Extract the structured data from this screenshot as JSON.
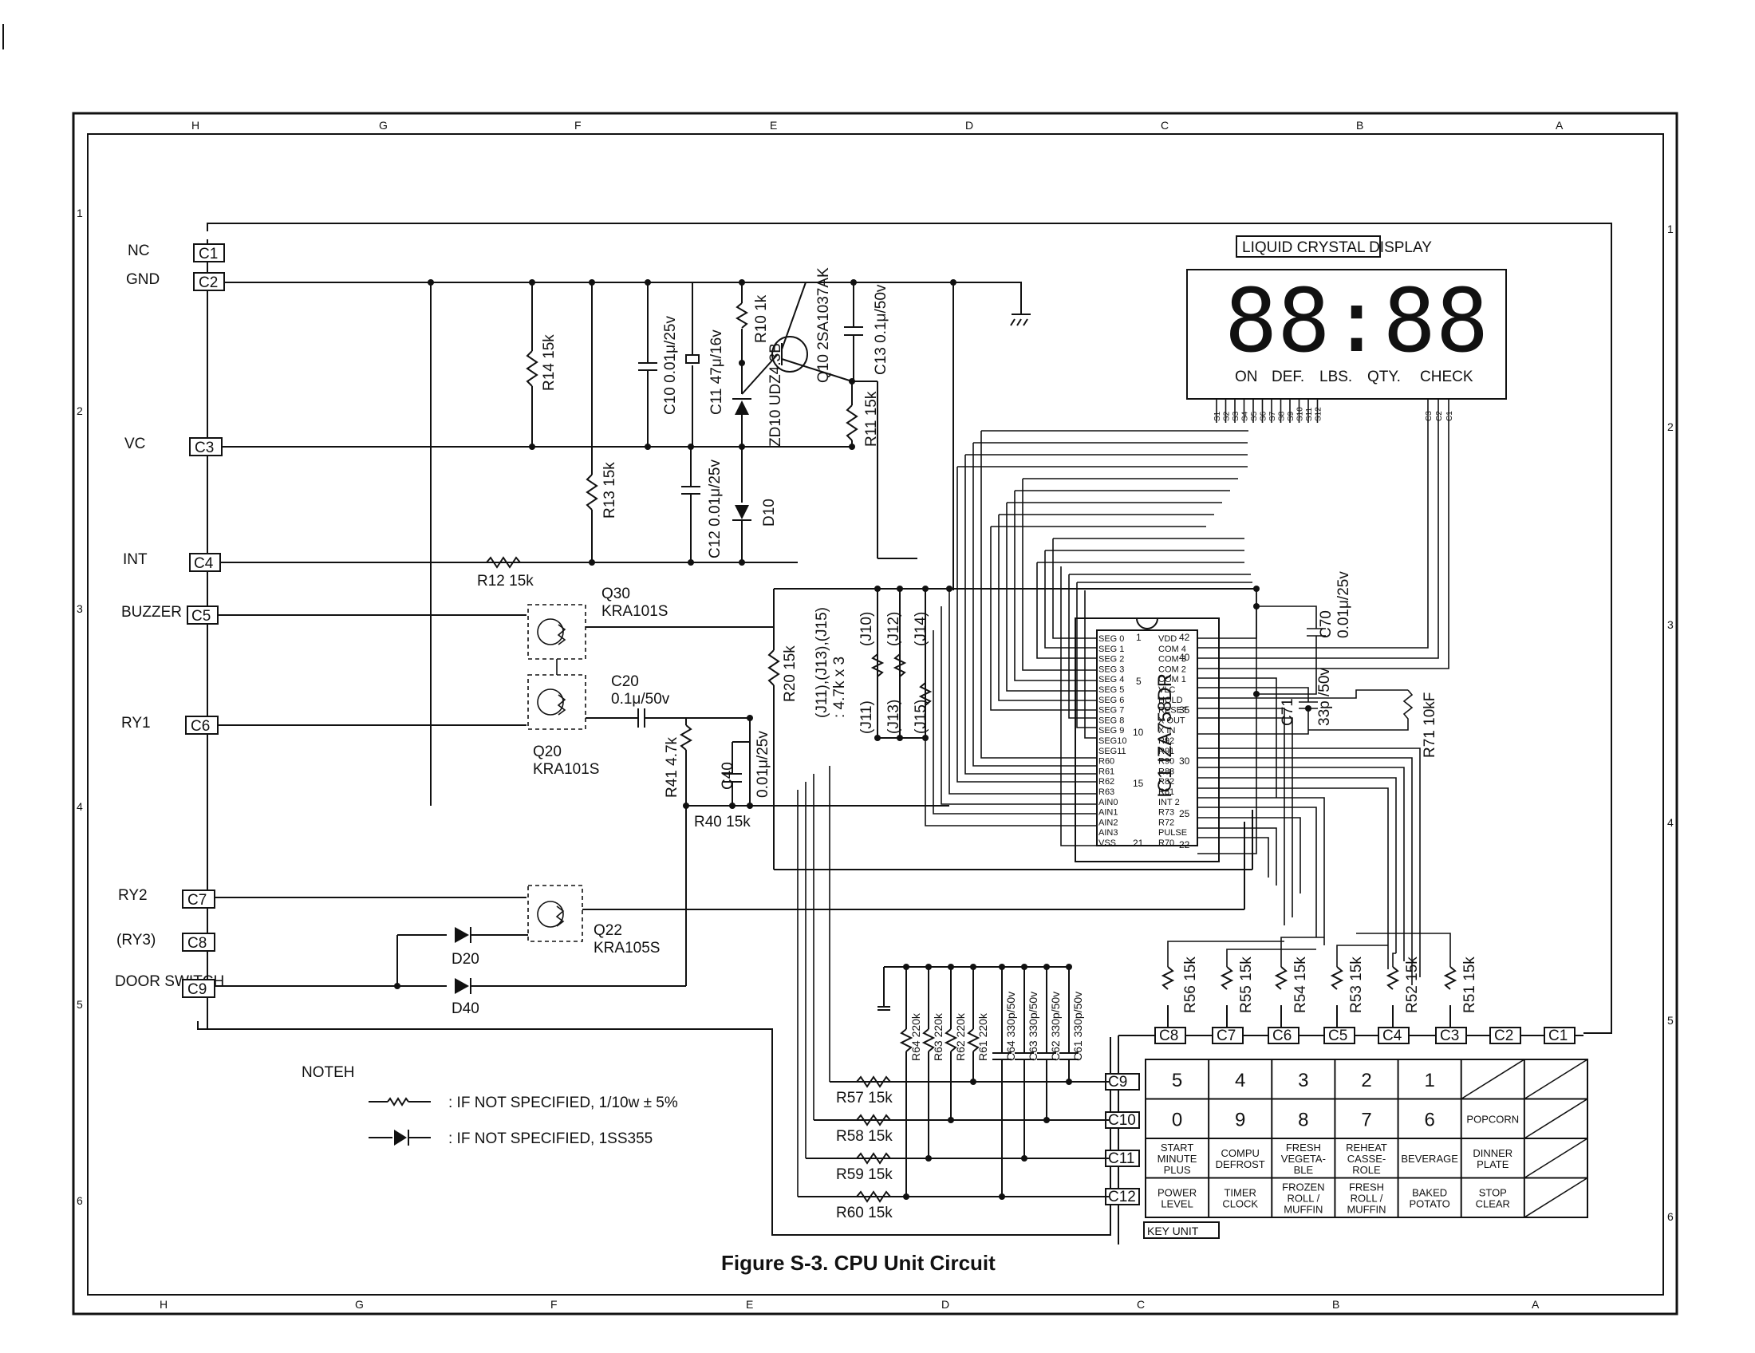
{
  "title": "Figure S-3. CPU Unit Circuit",
  "grid": {
    "columns": [
      "H",
      "G",
      "F",
      "E",
      "D",
      "C",
      "B",
      "A"
    ],
    "rows": [
      "1",
      "2",
      "3",
      "4",
      "5",
      "6"
    ]
  },
  "connectors_left": [
    {
      "id": "C1",
      "net": "NC"
    },
    {
      "id": "C2",
      "net": "GND"
    },
    {
      "id": "C3",
      "net": "VC"
    },
    {
      "id": "C4",
      "net": "INT"
    },
    {
      "id": "C5",
      "net": "BUZZER"
    },
    {
      "id": "C6",
      "net": "RY1"
    },
    {
      "id": "C7",
      "net": "RY2"
    },
    {
      "id": "C8",
      "net": "(RY3)"
    },
    {
      "id": "C9",
      "net": "DOOR SWITCH"
    }
  ],
  "components": {
    "r14": "R14 15k",
    "r13": "R13 15k",
    "r12": "R12 15k",
    "r10": "R10 1k",
    "r11": "R11 15k",
    "c10": "C10 0.01μ/25v",
    "c11": "C11 47μ/16v",
    "c12": "C12 0.01μ/25v",
    "c13": "C13 0.1μ/50v",
    "zd10": "ZD10 UDZ4.3B",
    "d10": "D10",
    "q10": "Q10 2SA1037AK",
    "q30": "Q30",
    "q30_part": "KRA101S",
    "q20": "Q20",
    "q20_part": "KRA101S",
    "c20": "C20",
    "c20_val": "0.1μ/50v",
    "r20": "R20 15k",
    "r41": "R41 4.7k",
    "c40": "C40",
    "c40_val": "0.01μ/25v",
    "r40": "R40 15k",
    "q22": "Q22",
    "q22_part": "KRA105S",
    "d20": "D20",
    "d40": "D40",
    "jumpers_top": [
      "(J10)",
      "(J12)",
      "(J14)"
    ],
    "jumpers_bot": [
      "(J11)",
      "(J13)",
      "(J15)"
    ],
    "jumper_note": "(J11),(J13),(J15)",
    "jumper_val": ": 4.7k x 3",
    "c70": "C70",
    "c70_val": "0.01μ/25v",
    "c71": "C71",
    "c71_val": "33p /50v",
    "r71": "R71 10kF",
    "ic1": "IC1 IZA758DR",
    "r51": "R51 15k",
    "r52": "R52 15k",
    "r53": "R53 15k",
    "r54": "R54 15k",
    "r55": "R55 15k",
    "r56": "R56 15k",
    "r57": "R57 15k",
    "r58": "R58 15k",
    "r59": "R59 15k",
    "r60": "R60 15k",
    "r61": "R61 220k",
    "r62": "R62 220k",
    "r63": "R63 220k",
    "r64": "R64 220k",
    "c61": "C61 330p/50v",
    "c62": "C62 330p/50v",
    "c63": "C63 330p/50v",
    "c64": "C64 330p/50v"
  },
  "ic_pins_left": [
    "SEG 0",
    "SEG 1",
    "SEG 2",
    "SEG 3",
    "SEG 4",
    "SEG 5",
    "SEG 6",
    "SEG 7",
    "SEG 8",
    "SEG 9",
    "SEG10",
    "SEG11",
    "R60",
    "R61",
    "R62",
    "R63",
    "AIN0",
    "AIN1",
    "AIN2",
    "AIN3",
    "VSS"
  ],
  "ic_pins_right": [
    "VDD",
    "COM 4",
    "COM 3",
    "COM 2",
    "COM 1",
    "VLC",
    "HOLD",
    "RESET",
    "X OUT",
    "X IN",
    "R92",
    "R91",
    "R90",
    "R83",
    "R82",
    "R81",
    "INT 2",
    "R73",
    "R72",
    "PULSE",
    "R70"
  ],
  "ic_pin_numbers": {
    "p1": "1",
    "p5": "5",
    "p10": "10",
    "p15": "15",
    "p21": "21",
    "p42": "42",
    "p40": "40",
    "p35": "35",
    "p30": "30",
    "p25": "25",
    "p22": "22"
  },
  "lcd": {
    "title": "LIQUID CRYSTAL DISPLAY",
    "digits": "88:88",
    "indicators": [
      "ON",
      "DEF.",
      "LBS.",
      "QTY.",
      "CHECK"
    ],
    "seg_pins": [
      "S1",
      "S2",
      "S3",
      "S4",
      "S5",
      "S6",
      "S7",
      "S8",
      "S9",
      "S10",
      "S11",
      "S12"
    ],
    "com_pins": [
      "C3",
      "C2",
      "C1"
    ]
  },
  "key_unit": {
    "label": "KEY UNIT",
    "col_connectors": [
      "C8",
      "C7",
      "C6",
      "C5",
      "C4",
      "C3",
      "C2",
      "C1"
    ],
    "row_connectors": [
      "C9",
      "C10",
      "C11",
      "C12"
    ],
    "rows": [
      [
        "5",
        "4",
        "3",
        "2",
        "1",
        "",
        ""
      ],
      [
        "0",
        "9",
        "8",
        "7",
        "6",
        "POPCORN",
        ""
      ],
      [
        "START MINUTE PLUS",
        "COMPU DEFROST",
        "FRESH VEGETA- BLE",
        "REHEAT CASSE- ROLE",
        "BEVERAGE",
        "DINNER PLATE",
        ""
      ],
      [
        "POWER LEVEL",
        "TIMER CLOCK",
        "FROZEN ROLL / MUFFIN",
        "FRESH ROLL / MUFFIN",
        "BAKED POTATO",
        "STOP CLEAR",
        ""
      ]
    ]
  },
  "notes": {
    "heading": "NOTEH",
    "resistor": ": IF NOT SPECIFIED,  1/10w ± 5%",
    "diode": ": IF NOT SPECIFIED,  1SS355"
  }
}
